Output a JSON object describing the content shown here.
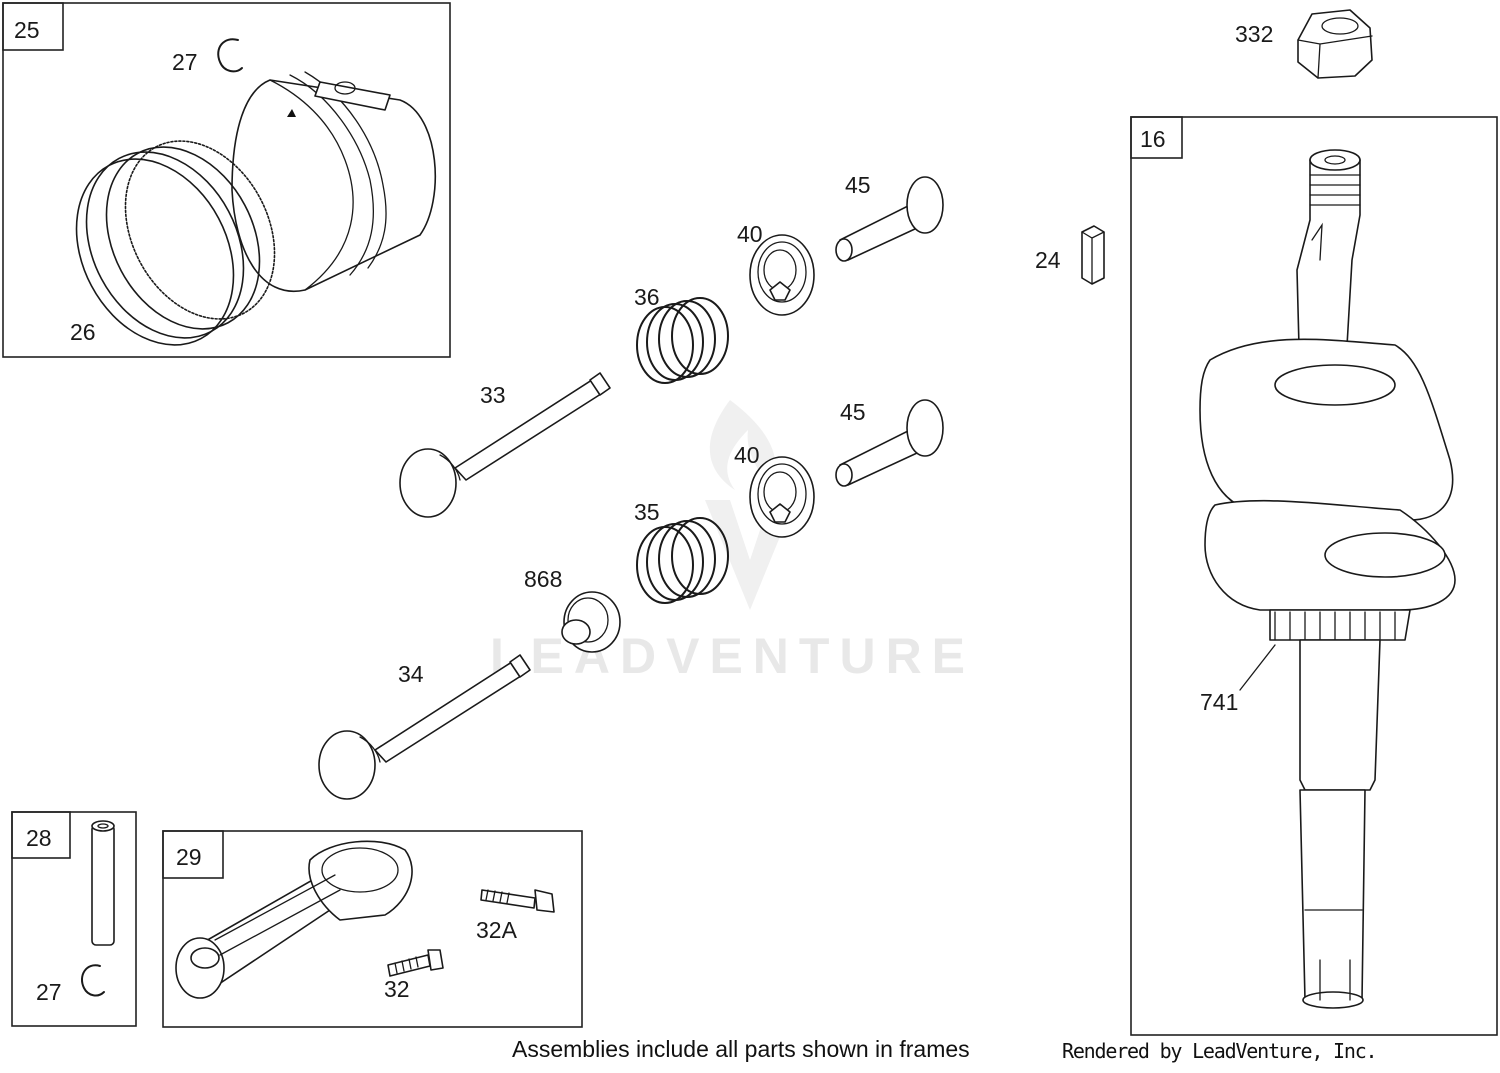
{
  "diagram": {
    "callouts": [
      "25",
      "27",
      "26",
      "332",
      "16",
      "24",
      "45",
      "40",
      "36",
      "33",
      "45",
      "40",
      "35",
      "868",
      "34",
      "741",
      "28",
      "27",
      "29",
      "32A",
      "32"
    ],
    "watermark": "LEADVENTURE"
  },
  "footer": {
    "note": "Assemblies include all parts shown in frames",
    "credit": "Rendered by LeadVenture, Inc."
  }
}
